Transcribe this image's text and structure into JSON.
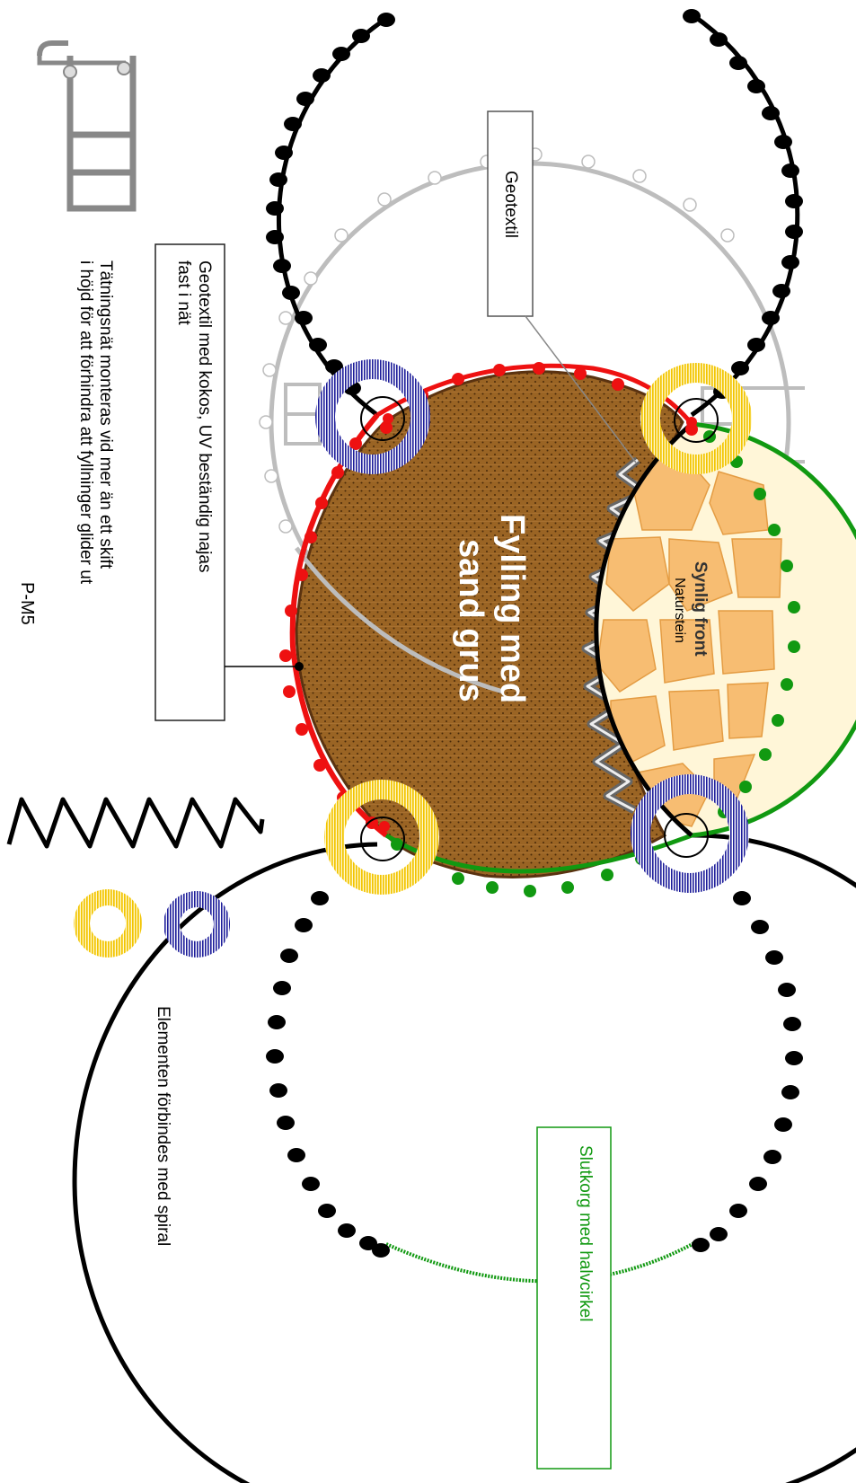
{
  "labels": {
    "geotextil": "Geotextil",
    "geotextil_kokos_line1": "Geotextil med kokos, UV beständig najas",
    "geotextil_kokos_line2": "fast i nät",
    "tatningsnat_line1": "Tätningsnät monteras vid mer än ett skift",
    "tatningsnat_line2": "i höjd för att förhindra att fyllninger glider ut",
    "fill_line1": "Fylling med",
    "fill_line2": "sand grus",
    "front_title": "Synlig front",
    "front_sub": "Naturstein",
    "spiral_note": "Elementen förbindes med spiral",
    "end_basket": "Slutkorg med halvcirkel",
    "page_code": "P-M5"
  },
  "colors": {
    "red": "#ee1111",
    "green": "#119911",
    "black": "#000000",
    "grey": "#bdbdbd",
    "blue": "#1d1d9a",
    "yellow": "#f2c400",
    "fill_brown": "#9a6424",
    "stone": "#f7bd72"
  },
  "icons": [
    "basket-top-view-icon",
    "spiral-icon",
    "blue-ring-icon",
    "yellow-ring-icon"
  ]
}
